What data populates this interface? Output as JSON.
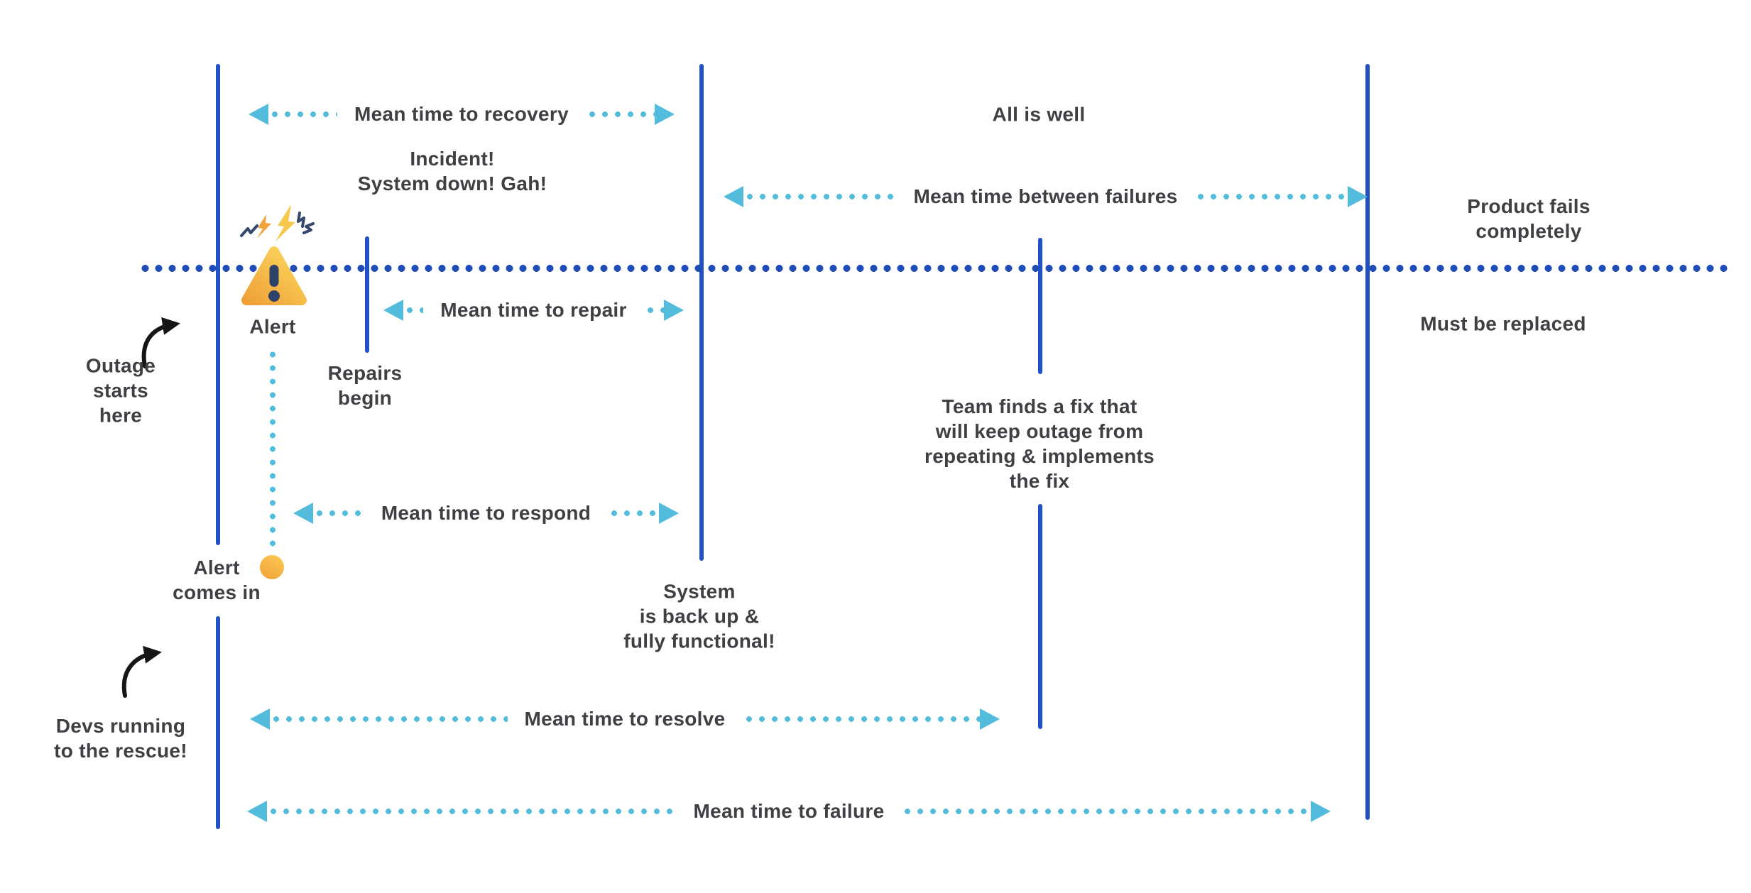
{
  "annotations": {
    "all_is_well": "All is well",
    "incident": "Incident!\nSystem down! Gah!",
    "product_fails": "Product fails completely",
    "must_be_replaced": "Must be replaced",
    "outage_starts": "Outage\nstarts\nhere",
    "alert": "Alert",
    "repairs_begin": "Repairs\nbegin",
    "team_fix": "Team finds a fix that\nwill keep outage from\nrepeating & implements\nthe fix",
    "alert_comes_in": "Alert\ncomes in",
    "system_back_up": "System\nis back up &\nfully functional!",
    "devs_running": "Devs running\nto the rescue!"
  },
  "measures": {
    "recovery": {
      "label": "Mean time to recovery"
    },
    "between_failures": {
      "label": "Mean time between failures"
    },
    "repair": {
      "label": "Mean time to repair"
    },
    "respond": {
      "label": "Mean time to respond"
    },
    "resolve": {
      "label": "Mean time to resolve"
    },
    "failure": {
      "label": "Mean time to failure"
    }
  },
  "icons": {
    "warning": "warning-triangle-with-sparks-icon",
    "alert_dot": "orange-alert-dot-icon",
    "curved_arrows": "black-curved-pointer-arrow-icon",
    "measure_arrowheads": "cyan-triangle-arrowhead-icon"
  },
  "colors": {
    "timeline_blue": "#2152c3",
    "dot_navy": "#1f4db8",
    "arrow_cyan": "#53bcdc",
    "text_gray": "#3e4043",
    "black_arrow": "#161616",
    "bolt_yellow": "#f8c84a",
    "bolt_orange": "#f1a33c",
    "alert_grad_light": "#fcd65c",
    "alert_grad_dark": "#efa138",
    "exclamation_navy": "#2e4269",
    "dot_orange_light": "#fcca52",
    "dot_orange_dark": "#efa138"
  }
}
